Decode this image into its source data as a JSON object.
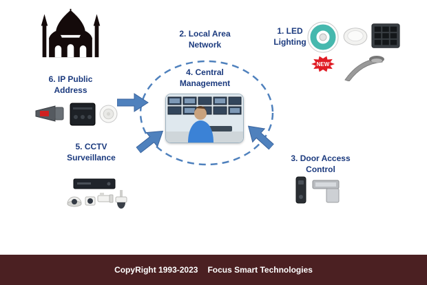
{
  "colors": {
    "label_text": "#1b3a7e",
    "arrow_blue": "#4f81bd",
    "circle_dash": "#4f81bd",
    "footer_bg": "#4b2022",
    "badge_red": "#e01b24",
    "mosque_silhouette": "#140a0a"
  },
  "nodes": {
    "led": {
      "line1": "1. LED",
      "line2": "Lighting"
    },
    "lan": {
      "line1": "2. Local Area",
      "line2": "Network"
    },
    "door": {
      "line1": "3. Door Access",
      "line2": "Control"
    },
    "central": {
      "line1": "4. Central",
      "line2": "Management"
    },
    "cctv": {
      "line1": "5. CCTV",
      "line2": "Surveillance"
    },
    "ippa": {
      "line1": "6. IP Public",
      "line2": "Address"
    }
  },
  "badge": {
    "new": "NEW"
  },
  "footer": {
    "copyright": "CopyRight 1993-2023",
    "company": "Focus Smart Technologies"
  },
  "icons": {
    "mosque-icon": "black mosque silhouette with two minarets",
    "led-reel-icon": "coiled LED strip reel",
    "ceiling-light-icon": "round ceiling LED light",
    "led-floodlight-icon": "dark LED flood light panel",
    "street-light-icon": "gray street lamp",
    "new-badge-icon": "red starburst NEW badge",
    "horn-speaker-icon": "horn speaker with red label",
    "amplifier-icon": "black PA amplifier",
    "ceiling-speaker-icon": "white ceiling speaker",
    "dvr-icon": "CCTV recorder box",
    "dome-camera-icon": "white dome camera",
    "mini-camera-icon": "small cube camera",
    "bullet-camera-icon": "white bullet camera",
    "ptz-camera-icon": "PTZ camera on mount",
    "access-reader-icon": "door access reader keypad",
    "magnetic-lock-icon": "silver magnetic door lock",
    "control-room-photo": "operator at CCTV monitor wall",
    "dashed-circle": "blue dashed network circle",
    "arrow-ippa-to-center": "blue arrow pointing right",
    "arrow-cctv-to-center": "blue arrow pointing up-right",
    "arrow-door-to-center": "blue arrow pointing up-left"
  }
}
